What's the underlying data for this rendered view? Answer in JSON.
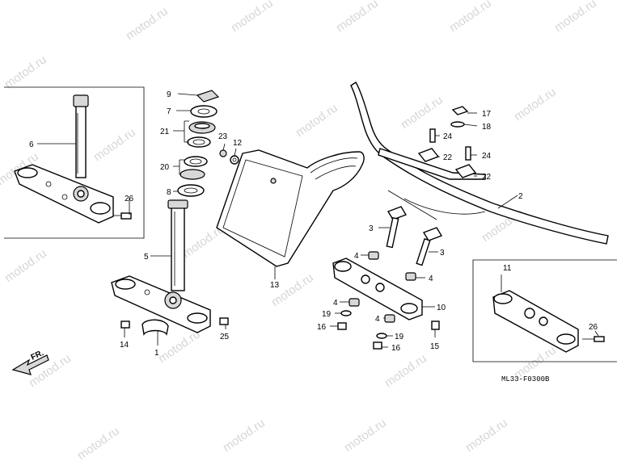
{
  "watermark": "motod.ru",
  "diagram_code": "ML33-F0300B",
  "direction_label": "FR.",
  "callouts": {
    "c1": "1",
    "c2": "2",
    "c3a": "3",
    "c3b": "3",
    "c4a": "4",
    "c4b": "4",
    "c4c": "4",
    "c4d": "4",
    "c5": "5",
    "c6": "6",
    "c7": "7",
    "c8": "8",
    "c9": "9",
    "c10": "10",
    "c11": "11",
    "c12": "12",
    "c13": "13",
    "c14": "14",
    "c15": "15",
    "c16a": "16",
    "c16b": "16",
    "c17": "17",
    "c18": "18",
    "c19a": "19",
    "c19b": "19",
    "c20": "20",
    "c21": "21",
    "c22a": "22",
    "c22b": "22",
    "c23": "23",
    "c24a": "24",
    "c24b": "24",
    "c25": "25",
    "c26a": "26",
    "c26b": "26"
  },
  "colors": {
    "line": "#000000",
    "watermark": "#8a8a8a",
    "background": "#ffffff"
  }
}
